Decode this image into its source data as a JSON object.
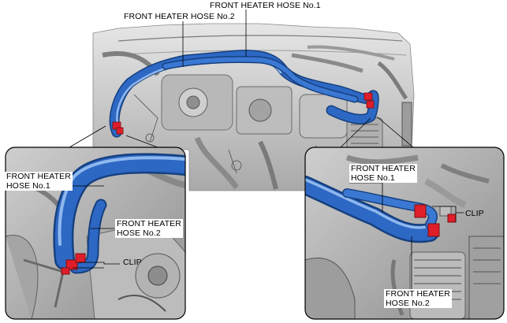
{
  "labels": {
    "top_hose_no1": "FRONT HEATER HOSE No.1",
    "top_hose_no2": "FRONT HEATER HOSE No.2",
    "left_hose_no1": "FRONT HEATER\nHOSE No.1",
    "left_hose_no2": "FRONT HEATER\nHOSE No.2",
    "left_clip": "CLIP",
    "right_hose_no1": "FRONT HEATER\nHOSE No.1",
    "right_clip": "CLIP",
    "right_hose_no2": "FRONT HEATER\nHOSE No.2"
  },
  "colors": {
    "hose_blue": "#2d68c4",
    "hose_dark": "#16407f",
    "hose_light": "#8fb8ee",
    "clip_red": "#e01e2a",
    "engine_gray": "#c9c9c9"
  }
}
